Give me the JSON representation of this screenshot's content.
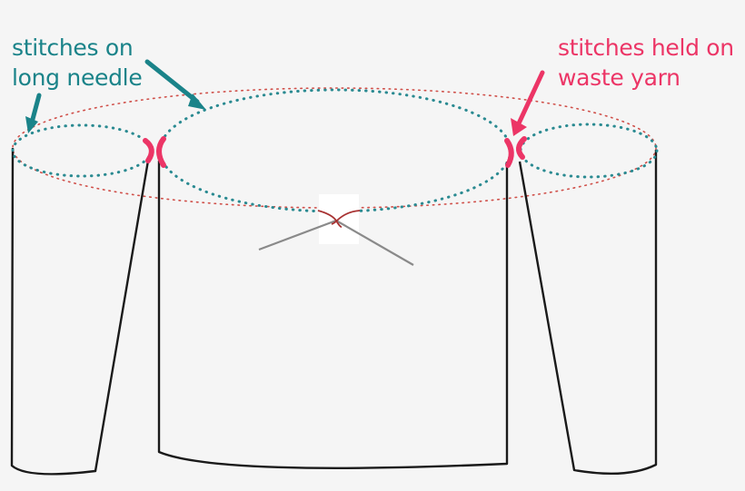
{
  "labels": {
    "needle": {
      "line1": "stitches on",
      "line2": "long needle",
      "color": "#1a8389"
    },
    "waste_yarn": {
      "line1": "stitches held on",
      "line2": "waste yarn",
      "color": "#ec3566"
    }
  },
  "colors": {
    "outline": "#1a1a1a",
    "needle_stitches": "#2a8a91",
    "waste_yarn_stitches": "#ec3566",
    "outer_guide": "#d0504a",
    "circular_needle_cable": "#8a8a8a",
    "yarn_tail": "#a83232",
    "background": "#f5f5f5"
  },
  "parts": [
    "left-sleeve",
    "body",
    "right-sleeve",
    "circular-needle",
    "waste-yarn-markers"
  ]
}
